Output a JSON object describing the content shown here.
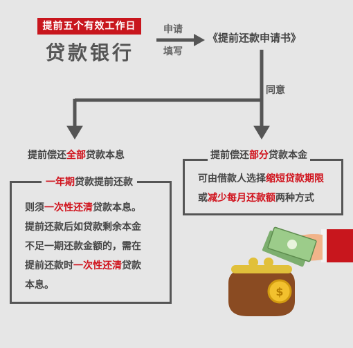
{
  "deadline_label": "提前五个有效工作日",
  "bank": "贷款银行",
  "apply_action": {
    "line1": "申请",
    "line2": "填写"
  },
  "application_doc": "《提前还款申请书》",
  "agree": "同意",
  "left_branch": {
    "title_pre": "提前偿还",
    "title_hl": "全部",
    "title_post": "贷款本息",
    "box_header_hl": "一年期",
    "box_header_post": "贷款提前还款",
    "line1_pre": "则须",
    "line1_hl": "一次性还清",
    "line1_post": "贷款本息。",
    "line2": "提前还款后如贷款剩余本金",
    "line3": "不足一期还款金额的，需在",
    "line4_pre": "提前还款时",
    "line4_hl": "一次性还清",
    "line4_post": "贷款",
    "line5": "本息。"
  },
  "right_branch": {
    "title_pre": "提前偿还",
    "title_hl": "部分",
    "title_post": "贷款本金",
    "line1_pre": "可由借款人选择",
    "line1_hl": "缩短贷款期限",
    "line2_pre": "或",
    "line2_hl": "减少每月还款额",
    "line2_post": "两种方式"
  },
  "colors": {
    "accent": "#d0111b",
    "arrow": "#555555",
    "background": "#e6e6e6"
  }
}
